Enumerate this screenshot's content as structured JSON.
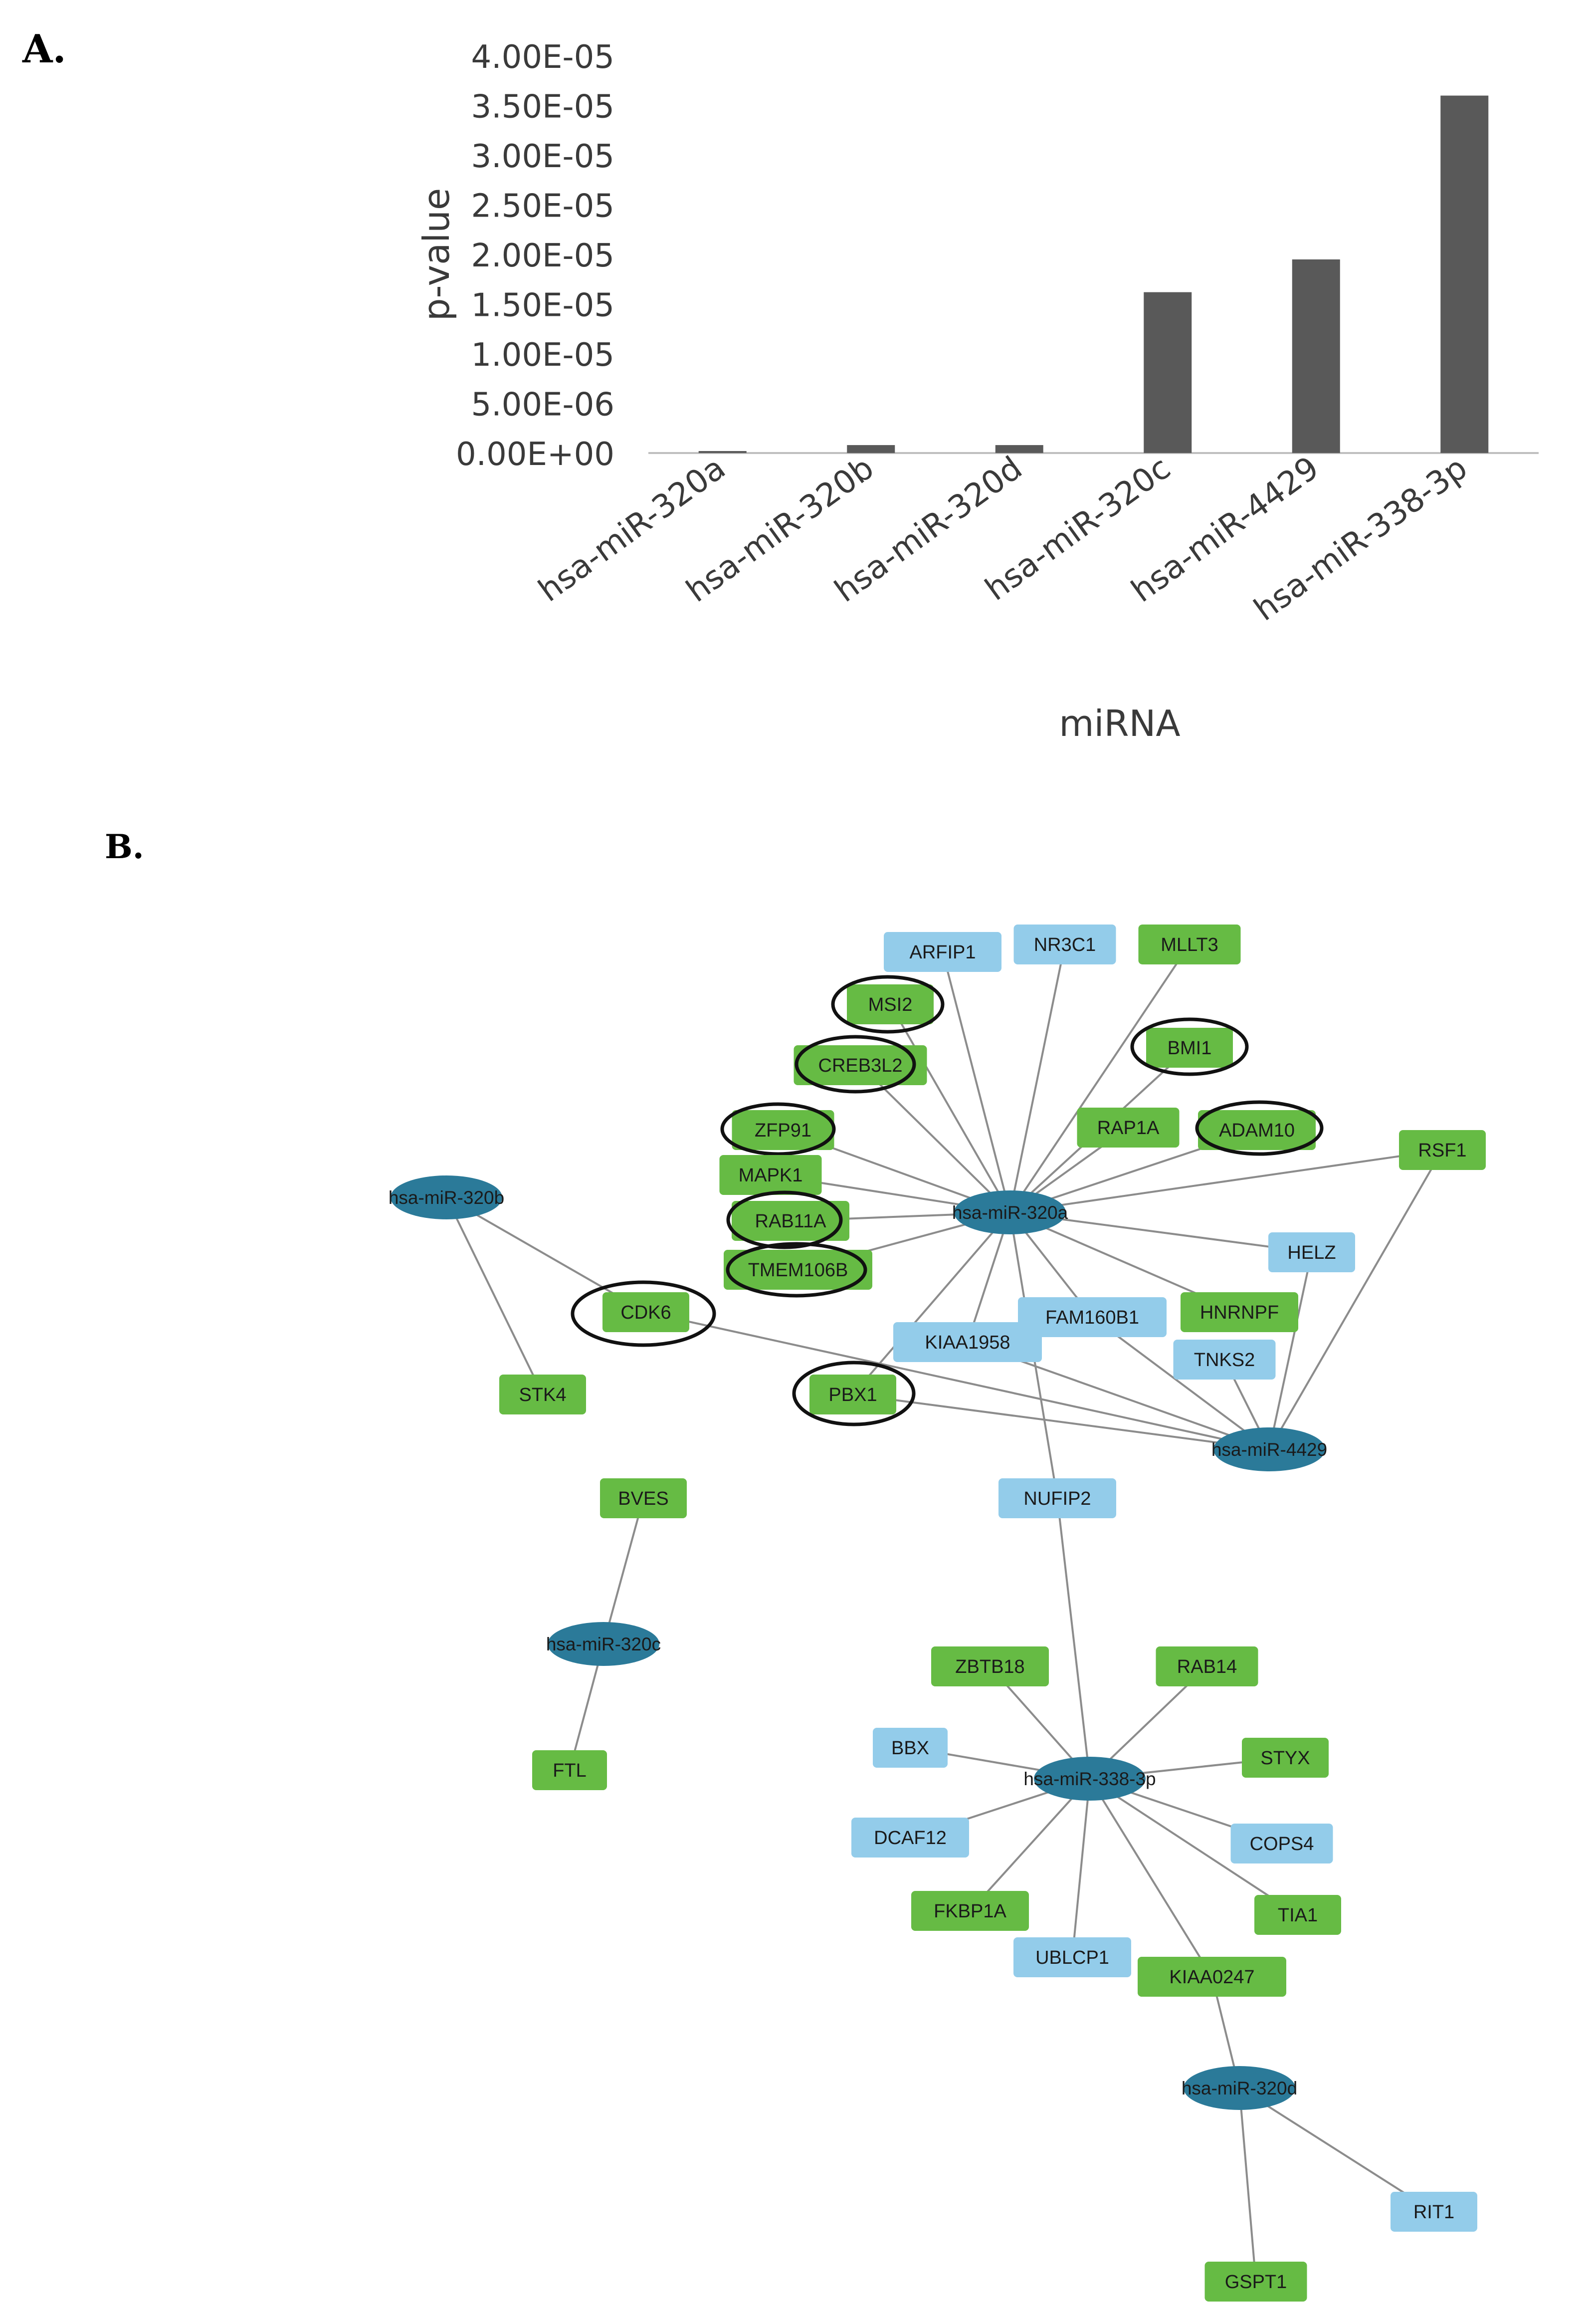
{
  "panel_labels": {
    "a": "A.",
    "b": "B."
  },
  "chart_data": [
    {
      "type": "bar",
      "categories": [
        "hsa-miR-320a",
        "hsa-miR-320b",
        "hsa-miR-320d",
        "hsa-miR-320c",
        "hsa-miR-4429",
        "hsa-miR-338-3p"
      ],
      "values": [
        2e-07,
        8e-07,
        8e-07,
        1.62e-05,
        1.95e-05,
        3.6e-05
      ],
      "title": "",
      "xlabel": "miRNA",
      "ylabel": "p-value",
      "ylim": [
        0,
        4e-05
      ],
      "yticks": [
        0,
        5e-06,
        1e-05,
        1.5e-05,
        2e-05,
        2.5e-05,
        3e-05,
        3.5e-05,
        4e-05
      ],
      "ytick_labels": [
        "0.00E+00",
        "5.00E-06",
        "1.00E-05",
        "1.50E-05",
        "2.00E-05",
        "2.50E-05",
        "3.00E-05",
        "3.50E-05",
        "4.00E-05"
      ],
      "bar_color": "#595959",
      "grid": false,
      "legend": "none"
    }
  ],
  "network": {
    "type": "network",
    "colors": {
      "mirna": "#2b7a99",
      "gene_green": "#66bb44",
      "gene_blue": "#93ccea",
      "edge": "#8c8c8c",
      "highlight_ring": "#111111"
    },
    "mirna_nodes": [
      "hsa-miR-320b",
      "hsa-miR-320a",
      "hsa-miR-4429",
      "hsa-miR-320c",
      "hsa-miR-338-3p",
      "hsa-miR-320d"
    ],
    "gene_nodes": [
      {
        "label": "ARFIP1",
        "color": "blue"
      },
      {
        "label": "NR3C1",
        "color": "blue"
      },
      {
        "label": "MLLT3",
        "color": "green"
      },
      {
        "label": "MSI2",
        "color": "green",
        "highlighted": true
      },
      {
        "label": "CREB3L2",
        "color": "green",
        "highlighted": true
      },
      {
        "label": "BMI1",
        "color": "green",
        "highlighted": true
      },
      {
        "label": "ZFP91",
        "color": "green",
        "highlighted": true
      },
      {
        "label": "RAP1A",
        "color": "green"
      },
      {
        "label": "ADAM10",
        "color": "green",
        "highlighted": true
      },
      {
        "label": "RSF1",
        "color": "green"
      },
      {
        "label": "MAPK1",
        "color": "green"
      },
      {
        "label": "RAB11A",
        "color": "green",
        "highlighted": true
      },
      {
        "label": "TMEM106B",
        "color": "green",
        "highlighted": true
      },
      {
        "label": "HELZ",
        "color": "blue"
      },
      {
        "label": "CDK6",
        "color": "green",
        "highlighted": true
      },
      {
        "label": "HNRNPF",
        "color": "green"
      },
      {
        "label": "FAM160B1",
        "color": "blue"
      },
      {
        "label": "KIAA1958",
        "color": "blue"
      },
      {
        "label": "TNKS2",
        "color": "blue"
      },
      {
        "label": "PBX1",
        "color": "green",
        "highlighted": true
      },
      {
        "label": "STK4",
        "color": "green"
      },
      {
        "label": "BVES",
        "color": "green"
      },
      {
        "label": "NUFIP2",
        "color": "blue"
      },
      {
        "label": "FTL",
        "color": "green"
      },
      {
        "label": "ZBTB18",
        "color": "green"
      },
      {
        "label": "RAB14",
        "color": "green"
      },
      {
        "label": "BBX",
        "color": "blue"
      },
      {
        "label": "STYX",
        "color": "green"
      },
      {
        "label": "DCAF12",
        "color": "blue"
      },
      {
        "label": "COPS4",
        "color": "blue"
      },
      {
        "label": "FKBP1A",
        "color": "green"
      },
      {
        "label": "TIA1",
        "color": "green"
      },
      {
        "label": "UBLCP1",
        "color": "blue"
      },
      {
        "label": "KIAA0247",
        "color": "green"
      },
      {
        "label": "RIT1",
        "color": "blue"
      },
      {
        "label": "GSPT1",
        "color": "green"
      }
    ],
    "edges": [
      [
        "hsa-miR-320a",
        "ARFIP1"
      ],
      [
        "hsa-miR-320a",
        "NR3C1"
      ],
      [
        "hsa-miR-320a",
        "MLLT3"
      ],
      [
        "hsa-miR-320a",
        "MSI2"
      ],
      [
        "hsa-miR-320a",
        "CREB3L2"
      ],
      [
        "hsa-miR-320a",
        "BMI1"
      ],
      [
        "hsa-miR-320a",
        "ZFP91"
      ],
      [
        "hsa-miR-320a",
        "RAP1A"
      ],
      [
        "hsa-miR-320a",
        "ADAM10"
      ],
      [
        "hsa-miR-320a",
        "RSF1"
      ],
      [
        "hsa-miR-320a",
        "MAPK1"
      ],
      [
        "hsa-miR-320a",
        "RAB11A"
      ],
      [
        "hsa-miR-320a",
        "TMEM106B"
      ],
      [
        "hsa-miR-320a",
        "HELZ"
      ],
      [
        "hsa-miR-320a",
        "HNRNPF"
      ],
      [
        "hsa-miR-320a",
        "FAM160B1"
      ],
      [
        "hsa-miR-320a",
        "KIAA1958"
      ],
      [
        "hsa-miR-320a",
        "PBX1"
      ],
      [
        "hsa-miR-320a",
        "NUFIP2"
      ],
      [
        "hsa-miR-320b",
        "CDK6"
      ],
      [
        "hsa-miR-320b",
        "STK4"
      ],
      [
        "hsa-miR-4429",
        "CDK6"
      ],
      [
        "hsa-miR-4429",
        "PBX1"
      ],
      [
        "hsa-miR-4429",
        "KIAA1958"
      ],
      [
        "hsa-miR-4429",
        "FAM160B1"
      ],
      [
        "hsa-miR-4429",
        "TNKS2"
      ],
      [
        "hsa-miR-4429",
        "HELZ"
      ],
      [
        "hsa-miR-4429",
        "RSF1"
      ],
      [
        "hsa-miR-320c",
        "BVES"
      ],
      [
        "hsa-miR-320c",
        "FTL"
      ],
      [
        "hsa-miR-338-3p",
        "NUFIP2"
      ],
      [
        "hsa-miR-338-3p",
        "ZBTB18"
      ],
      [
        "hsa-miR-338-3p",
        "RAB14"
      ],
      [
        "hsa-miR-338-3p",
        "BBX"
      ],
      [
        "hsa-miR-338-3p",
        "STYX"
      ],
      [
        "hsa-miR-338-3p",
        "DCAF12"
      ],
      [
        "hsa-miR-338-3p",
        "COPS4"
      ],
      [
        "hsa-miR-338-3p",
        "FKBP1A"
      ],
      [
        "hsa-miR-338-3p",
        "TIA1"
      ],
      [
        "hsa-miR-338-3p",
        "UBLCP1"
      ],
      [
        "hsa-miR-338-3p",
        "KIAA0247"
      ],
      [
        "hsa-miR-320d",
        "KIAA0247"
      ],
      [
        "hsa-miR-320d",
        "RIT1"
      ],
      [
        "hsa-miR-320d",
        "GSPT1"
      ]
    ]
  }
}
